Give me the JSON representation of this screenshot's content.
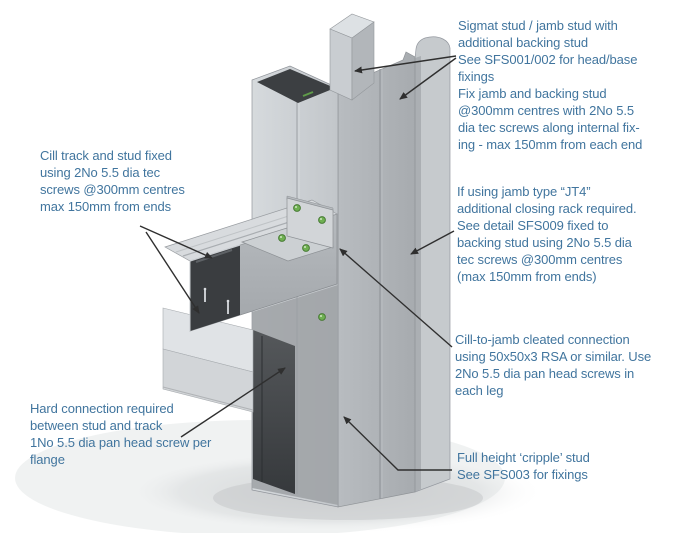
{
  "colors": {
    "background": "#ffffff",
    "annotation_text": "#41759e",
    "leader_line": "#2f2f2f",
    "screw_green": "#6fb052",
    "steel_light": "#d3d7da",
    "steel_mid": "#b0b4b8",
    "steel_dark_interior": "#3a3d40"
  },
  "annotations": {
    "jamb_stud": {
      "text": "Sigmat stud / jamb stud with\nadditional backing stud\nSee SFS001/002 for head/base\nfixings\nFix jamb and backing stud\n@300mm centres with 2No 5.5\ndia tec screws along internal fix-\ning - max 150mm from each end"
    },
    "cill_track": {
      "text": "Cill track and stud fixed\nusing 2No 5.5 dia tec\nscrews @300mm centres\nmax 150mm from ends"
    },
    "jt4": {
      "text": "If using jamb type “JT4”\nadditional closing rack required.\nSee detail SFS009 fixed to\nbacking stud using 2No 5.5 dia\ntec screws @300mm centres\n(max 150mm from ends)"
    },
    "cleat": {
      "text": "Cill-to-jamb cleated connection\nusing 50x50x3 RSA or similar. Use\n2No 5.5 dia pan head screws in\neach leg"
    },
    "hard_connection": {
      "text": "Hard connection required\nbetween stud and track\n1No 5.5 dia pan head screw per\nflange"
    },
    "cripple_stud": {
      "text": "Full height ‘cripple’ stud\nSee SFS003 for fixings"
    }
  }
}
